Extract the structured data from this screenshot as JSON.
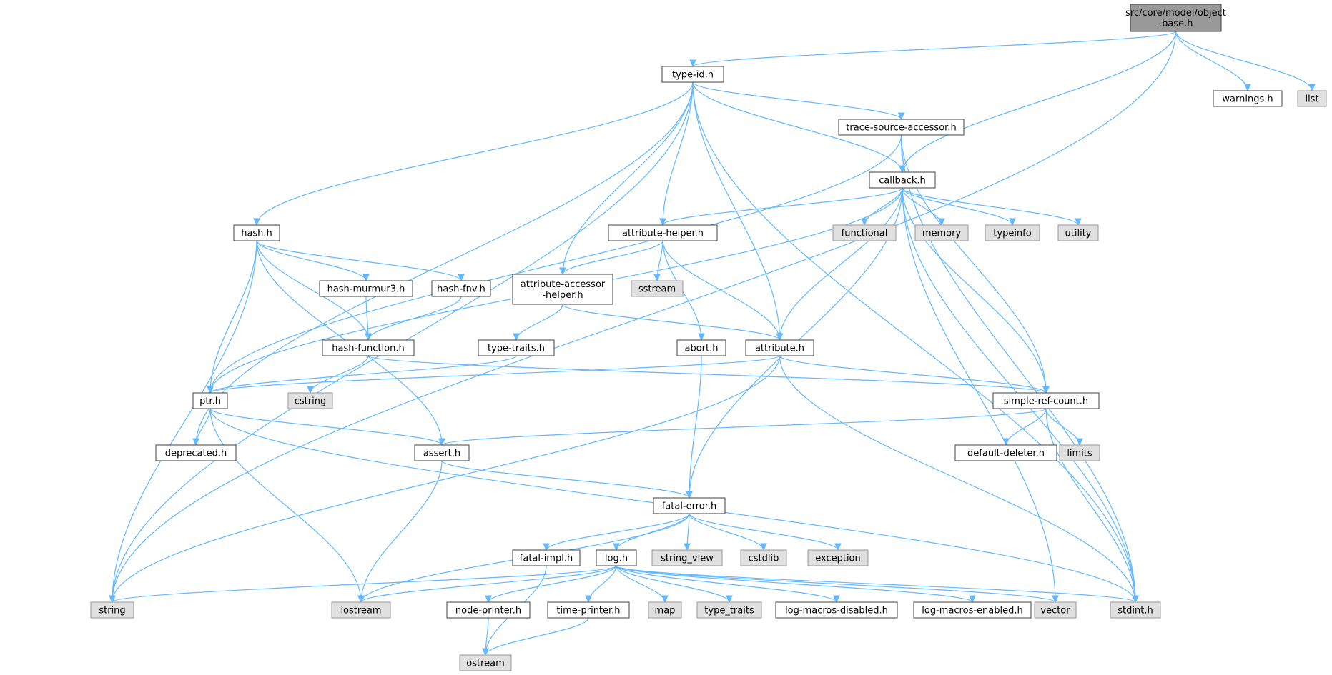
{
  "diagram": {
    "nodes": [
      {
        "id": "object-base",
        "label": "src/core/model/object\n-base.h",
        "kind": "root"
      },
      {
        "id": "type-id",
        "label": "type-id.h",
        "kind": "header"
      },
      {
        "id": "warnings",
        "label": "warnings.h",
        "kind": "header"
      },
      {
        "id": "list",
        "label": "list",
        "kind": "system"
      },
      {
        "id": "trace-source-accessor",
        "label": "trace-source-accessor.h",
        "kind": "header"
      },
      {
        "id": "callback",
        "label": "callback.h",
        "kind": "header"
      },
      {
        "id": "hash",
        "label": "hash.h",
        "kind": "header"
      },
      {
        "id": "attribute-helper",
        "label": "attribute-helper.h",
        "kind": "header"
      },
      {
        "id": "functional",
        "label": "functional",
        "kind": "system"
      },
      {
        "id": "memory",
        "label": "memory",
        "kind": "system"
      },
      {
        "id": "typeinfo",
        "label": "typeinfo",
        "kind": "system"
      },
      {
        "id": "utility",
        "label": "utility",
        "kind": "system"
      },
      {
        "id": "hash-murmur3",
        "label": "hash-murmur3.h",
        "kind": "header"
      },
      {
        "id": "hash-fnv",
        "label": "hash-fnv.h",
        "kind": "header"
      },
      {
        "id": "attribute-accessor-helper",
        "label": "attribute-accessor\n-helper.h",
        "kind": "header"
      },
      {
        "id": "sstream",
        "label": "sstream",
        "kind": "system"
      },
      {
        "id": "hash-function",
        "label": "hash-function.h",
        "kind": "header"
      },
      {
        "id": "type-traits-h",
        "label": "type-traits.h",
        "kind": "header"
      },
      {
        "id": "abort",
        "label": "abort.h",
        "kind": "header"
      },
      {
        "id": "attribute",
        "label": "attribute.h",
        "kind": "header"
      },
      {
        "id": "ptr",
        "label": "ptr.h",
        "kind": "header"
      },
      {
        "id": "cstring",
        "label": "cstring",
        "kind": "system"
      },
      {
        "id": "simple-ref-count",
        "label": "simple-ref-count.h",
        "kind": "header"
      },
      {
        "id": "deprecated",
        "label": "deprecated.h",
        "kind": "header"
      },
      {
        "id": "assert",
        "label": "assert.h",
        "kind": "header"
      },
      {
        "id": "default-deleter",
        "label": "default-deleter.h",
        "kind": "header"
      },
      {
        "id": "limits",
        "label": "limits",
        "kind": "system"
      },
      {
        "id": "fatal-error",
        "label": "fatal-error.h",
        "kind": "header"
      },
      {
        "id": "fatal-impl",
        "label": "fatal-impl.h",
        "kind": "header"
      },
      {
        "id": "log",
        "label": "log.h",
        "kind": "header"
      },
      {
        "id": "string_view",
        "label": "string_view",
        "kind": "system"
      },
      {
        "id": "cstdlib",
        "label": "cstdlib",
        "kind": "system"
      },
      {
        "id": "exception",
        "label": "exception",
        "kind": "system"
      },
      {
        "id": "string",
        "label": "string",
        "kind": "system"
      },
      {
        "id": "iostream",
        "label": "iostream",
        "kind": "system"
      },
      {
        "id": "node-printer",
        "label": "node-printer.h",
        "kind": "header"
      },
      {
        "id": "time-printer",
        "label": "time-printer.h",
        "kind": "header"
      },
      {
        "id": "map",
        "label": "map",
        "kind": "system"
      },
      {
        "id": "type_traits",
        "label": "type_traits",
        "kind": "system"
      },
      {
        "id": "log-macros-disabled",
        "label": "log-macros-disabled.h",
        "kind": "header"
      },
      {
        "id": "log-macros-enabled",
        "label": "log-macros-enabled.h",
        "kind": "header"
      },
      {
        "id": "vector",
        "label": "vector",
        "kind": "system"
      },
      {
        "id": "stdint",
        "label": "stdint.h",
        "kind": "system"
      },
      {
        "id": "ostream",
        "label": "ostream",
        "kind": "system"
      }
    ],
    "edges": [
      [
        "object-base",
        "type-id"
      ],
      [
        "object-base",
        "callback"
      ],
      [
        "object-base",
        "warnings"
      ],
      [
        "object-base",
        "list"
      ],
      [
        "object-base",
        "string"
      ],
      [
        "type-id",
        "trace-source-accessor"
      ],
      [
        "type-id",
        "callback"
      ],
      [
        "type-id",
        "hash"
      ],
      [
        "type-id",
        "attribute-helper"
      ],
      [
        "type-id",
        "attribute-accessor-helper"
      ],
      [
        "type-id",
        "attribute"
      ],
      [
        "type-id",
        "deprecated"
      ],
      [
        "type-id",
        "string"
      ],
      [
        "type-id",
        "stdint"
      ],
      [
        "trace-source-accessor",
        "callback"
      ],
      [
        "trace-source-accessor",
        "ptr"
      ],
      [
        "trace-source-accessor",
        "simple-ref-count"
      ],
      [
        "trace-source-accessor",
        "stdint"
      ],
      [
        "callback",
        "attribute-helper"
      ],
      [
        "callback",
        "functional"
      ],
      [
        "callback",
        "memory"
      ],
      [
        "callback",
        "typeinfo"
      ],
      [
        "callback",
        "utility"
      ],
      [
        "callback",
        "ptr"
      ],
      [
        "callback",
        "attribute"
      ],
      [
        "callback",
        "fatal-error"
      ],
      [
        "callback",
        "simple-ref-count"
      ],
      [
        "callback",
        "vector"
      ],
      [
        "callback",
        "stdint"
      ],
      [
        "hash",
        "hash-murmur3"
      ],
      [
        "hash",
        "hash-fnv"
      ],
      [
        "hash",
        "hash-function"
      ],
      [
        "hash",
        "ptr"
      ],
      [
        "hash",
        "assert"
      ],
      [
        "hash",
        "string"
      ],
      [
        "hash-murmur3",
        "hash-function"
      ],
      [
        "hash-fnv",
        "hash-function"
      ],
      [
        "hash-function",
        "cstring"
      ],
      [
        "hash-function",
        "simple-ref-count"
      ],
      [
        "attribute-helper",
        "attribute-accessor-helper"
      ],
      [
        "attribute-helper",
        "sstream"
      ],
      [
        "attribute-helper",
        "abort"
      ],
      [
        "attribute-helper",
        "attribute"
      ],
      [
        "attribute-accessor-helper",
        "type-traits-h"
      ],
      [
        "attribute-accessor-helper",
        "attribute"
      ],
      [
        "type-traits-h",
        "ptr"
      ],
      [
        "abort",
        "fatal-error"
      ],
      [
        "attribute",
        "ptr"
      ],
      [
        "attribute",
        "simple-ref-count"
      ],
      [
        "attribute",
        "string"
      ],
      [
        "attribute",
        "stdint"
      ],
      [
        "ptr",
        "deprecated"
      ],
      [
        "ptr",
        "assert"
      ],
      [
        "ptr",
        "iostream"
      ],
      [
        "ptr",
        "stdint"
      ],
      [
        "simple-ref-count",
        "assert"
      ],
      [
        "simple-ref-count",
        "default-deleter"
      ],
      [
        "simple-ref-count",
        "limits"
      ],
      [
        "simple-ref-count",
        "stdint"
      ],
      [
        "assert",
        "fatal-error"
      ],
      [
        "assert",
        "iostream"
      ],
      [
        "fatal-error",
        "fatal-impl"
      ],
      [
        "fatal-error",
        "log"
      ],
      [
        "fatal-error",
        "string_view"
      ],
      [
        "fatal-error",
        "cstdlib"
      ],
      [
        "fatal-error",
        "exception"
      ],
      [
        "fatal-error",
        "iostream"
      ],
      [
        "fatal-impl",
        "ostream"
      ],
      [
        "log",
        "string"
      ],
      [
        "log",
        "iostream"
      ],
      [
        "log",
        "node-printer"
      ],
      [
        "log",
        "time-printer"
      ],
      [
        "log",
        "map"
      ],
      [
        "log",
        "type_traits"
      ],
      [
        "log",
        "log-macros-disabled"
      ],
      [
        "log",
        "log-macros-enabled"
      ],
      [
        "log",
        "vector"
      ],
      [
        "log",
        "stdint"
      ],
      [
        "node-printer",
        "ostream"
      ],
      [
        "time-printer",
        "ostream"
      ]
    ]
  }
}
